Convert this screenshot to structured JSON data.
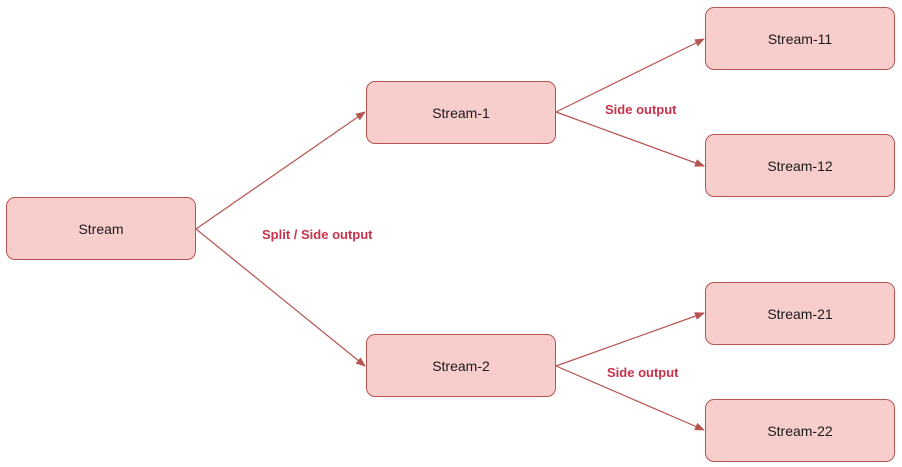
{
  "nodes": {
    "stream": "Stream",
    "stream_1": "Stream-1",
    "stream_2": "Stream-2",
    "stream_11": "Stream-11",
    "stream_12": "Stream-12",
    "stream_21": "Stream-21",
    "stream_22": "Stream-22"
  },
  "labels": {
    "split": "Split / Side output",
    "side_output_top": "Side output",
    "side_output_bottom": "Side output"
  },
  "colors": {
    "node_fill": "#f8cecc",
    "node_stroke": "#b85450",
    "label_text": "#c8324a"
  },
  "edges": [
    {
      "from": "stream",
      "to": "stream_1"
    },
    {
      "from": "stream",
      "to": "stream_2"
    },
    {
      "from": "stream_1",
      "to": "stream_11"
    },
    {
      "from": "stream_1",
      "to": "stream_12"
    },
    {
      "from": "stream_2",
      "to": "stream_21"
    },
    {
      "from": "stream_2",
      "to": "stream_22"
    }
  ]
}
